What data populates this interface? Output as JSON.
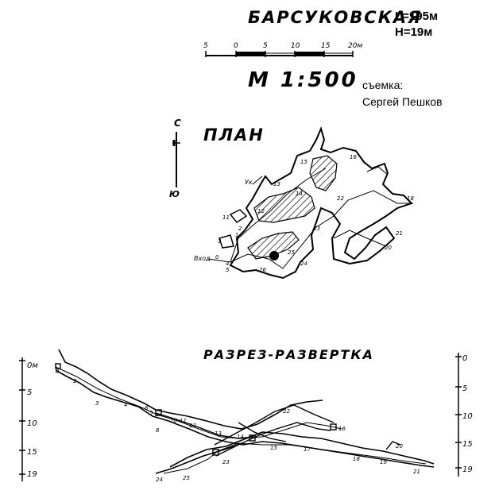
{
  "title": "БАРСУКОВСКАЯ",
  "length": "L=195м",
  "depth": "H=19м",
  "scale": {
    "label": "М 1:500",
    "ticks": [
      "5",
      "0",
      "5",
      "10",
      "15",
      "20м"
    ]
  },
  "survey": {
    "label": "съемка:",
    "author": "Сергей Пешков"
  },
  "plan": {
    "label": "ПЛАН",
    "north": "С",
    "north_value": "Ю",
    "entrance": "Вход",
    "exit": "Ук",
    "stations": [
      "0",
      "1",
      "2",
      "3",
      "4",
      "5",
      "11",
      "12",
      "13",
      "14",
      "15",
      "16",
      "18",
      "20",
      "21",
      "22",
      "23",
      "24",
      "25",
      "26"
    ]
  },
  "section": {
    "label": "РАЗРЕЗ-РАЗВЕРТКА",
    "left_scale": [
      "0м",
      "5",
      "10",
      "15",
      "19"
    ],
    "right_scale": [
      "0",
      "5",
      "10",
      "15",
      "19"
    ],
    "stations": [
      "0",
      "2",
      "3",
      "4",
      "5",
      "6",
      "8",
      "10",
      "11",
      "12",
      "13",
      "14",
      "15",
      "16",
      "17",
      "18",
      "19",
      "20",
      "21",
      "22",
      "23",
      "24",
      "25"
    ]
  }
}
